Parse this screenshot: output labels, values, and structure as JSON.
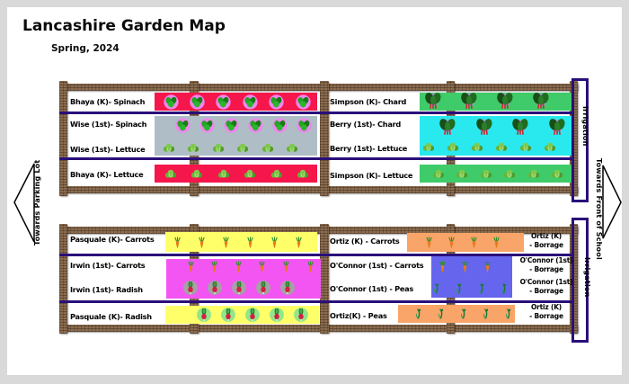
{
  "title": "Lancashire Garden Map",
  "subtitle": "Spring, 2024",
  "arrows": {
    "left": "Towards Parking Lot",
    "right": "Towards Front of School"
  },
  "irrigation_label": "Irrigation",
  "colors": {
    "bed_red": "#F5164B",
    "bed_slate": "#AFBEC6",
    "bed_green": "#3FCB69",
    "bed_cyan": "#29E9EF",
    "bed_yellow": "#FFFF69",
    "bed_magenta": "#F355F3",
    "bed_orange": "#F9A468",
    "bed_blue": "#6665ED",
    "irrigation_purple": "#2A0F7A",
    "wood_brown": "#8A6C50"
  },
  "gardens": [
    {
      "id": "top-garden",
      "halves": [
        {
          "id": "top-left",
          "rows": [
            {
              "labels": [
                "Bhaya (K)- Spinach"
              ],
              "bed_color": "red",
              "plants": [
                {
                  "type": "spinach",
                  "count": 6
                }
              ]
            },
            {
              "labels": [
                "Wise (1st)- Spinach",
                "Wise (1st)- Lettuce"
              ],
              "bed_color": "slate",
              "plants": [
                {
                  "type": "spinach",
                  "count": 6
                },
                {
                  "type": "lettuce",
                  "count": 6
                }
              ]
            },
            {
              "labels": [
                "Bhaya (K)- Lettuce"
              ],
              "bed_color": "red",
              "plants": [
                {
                  "type": "lettuce",
                  "count": 6
                }
              ]
            }
          ]
        },
        {
          "id": "top-right",
          "rows": [
            {
              "labels": [
                "Simpson (K)- Chard"
              ],
              "bed_color": "green",
              "plants": [
                {
                  "type": "chard",
                  "count": 4
                }
              ]
            },
            {
              "labels": [
                "Berry (1st)- Chard",
                "Berry (1st)- Lettuce"
              ],
              "bed_color": "cyan",
              "plants": [
                {
                  "type": "chard",
                  "count": 4
                },
                {
                  "type": "lettuce",
                  "count": 6
                }
              ]
            },
            {
              "labels": [
                "Simpson (K)- Lettuce"
              ],
              "bed_color": "green",
              "plants": [
                {
                  "type": "lettuce",
                  "count": 6
                }
              ]
            }
          ]
        }
      ]
    },
    {
      "id": "bottom-garden",
      "halves": [
        {
          "id": "bottom-left",
          "rows": [
            {
              "labels": [
                "Pasquale (K)- Carrots"
              ],
              "bed_color": "yellow",
              "plants": [
                {
                  "type": "carrot",
                  "count": 6
                }
              ]
            },
            {
              "labels": [
                "Irwin (1st)- Carrots",
                "Irwin (1st)- Radish"
              ],
              "bed_color": "magenta",
              "plants": [
                {
                  "type": "carrot",
                  "count": 6
                },
                {
                  "type": "radish-gray",
                  "count": 5
                }
              ]
            },
            {
              "labels": [
                "Pasquale (K)- Radish"
              ],
              "bed_color": "yellow",
              "plants": [
                {
                  "type": "radish-green",
                  "count": 5
                }
              ]
            }
          ]
        },
        {
          "id": "bottom-right",
          "rows": [
            {
              "labels": [
                "Ortiz (K) - Carrots"
              ],
              "bed_color": "orange",
              "plants": [
                {
                  "type": "carrot",
                  "count": 4
                }
              ],
              "side_labels": [
                [
                  "Ortiz (K)",
                  "- Borrage"
                ]
              ]
            },
            {
              "labels": [
                "O'Connor (1st) - Carrots",
                "O'Connor (1st) - Peas"
              ],
              "bed_color": "blue",
              "plants": [
                {
                  "type": "carrot",
                  "count": 3
                },
                {
                  "type": "pea",
                  "count": 4
                }
              ],
              "side_labels": [
                [
                  "O'Connor (1st)",
                  "- Borrage"
                ],
                [
                  "O'Connor (1st)",
                  "- Borrage"
                ]
              ]
            },
            {
              "labels": [
                "Ortiz(K) - Peas"
              ],
              "bed_color": "orange",
              "plants": [
                {
                  "type": "pea",
                  "count": 5
                }
              ],
              "side_labels": [
                [
                  "Ortiz (K)",
                  "- Borrage"
                ]
              ]
            }
          ]
        }
      ]
    }
  ]
}
